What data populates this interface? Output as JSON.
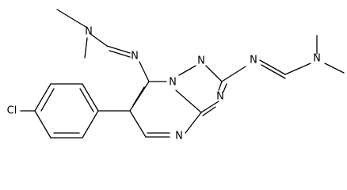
{
  "structure": {
    "atoms": {
      "n_left_amine": "N",
      "n_left_imine": "N",
      "n_bridgehead": "N",
      "n_triazole_upper": "N",
      "n_triazole_right": "N",
      "n_pyrimidine_bottom": "N",
      "n_right_imine": "N",
      "n_right_amine": "N",
      "chlorine": "Cl"
    }
  }
}
